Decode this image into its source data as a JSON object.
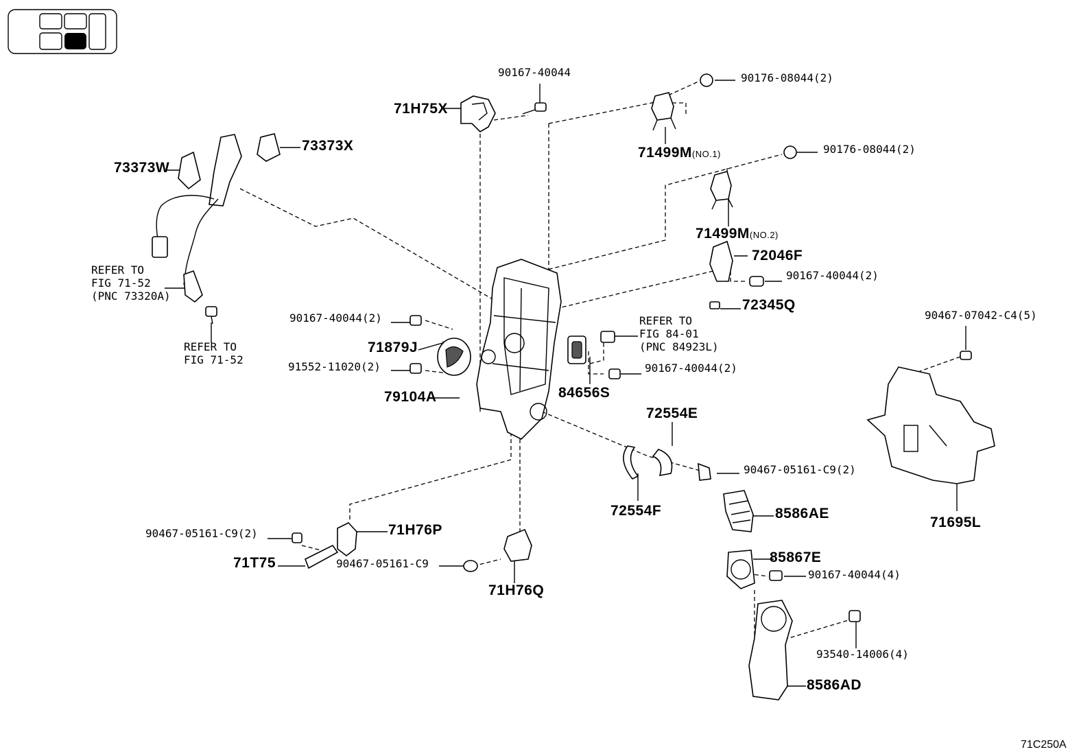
{
  "diagram_id": "71C250A",
  "parts": {
    "p71H75X": "71H75X",
    "p90167_40044_top": "90167-40044",
    "p90176_08044_a": "90176-08044(2)",
    "p71499M_1": "71499M",
    "p71499M_1_note": "(NO.1)",
    "p90176_08044_b": "90176-08044(2)",
    "p71499M_2": "71499M",
    "p71499M_2_note": "(NO.2)",
    "p72046F": "72046F",
    "p90167_40044_r1": "90167-40044(2)",
    "p72345Q": "72345Q",
    "p73373X": "73373X",
    "p73373W": "73373W",
    "p90167_40044_l": "90167-40044(2)",
    "p71879J": "71879J",
    "p91552_11020": "91552-11020(2)",
    "p79104A": "79104A",
    "p84656S": "84656S",
    "p90167_40044_r2": "90167-40044(2)",
    "p90467_07042": "90467-07042-C4(5)",
    "p72554E": "72554E",
    "p72554F": "72554F",
    "p90467_05161_r": "90467-05161-C9(2)",
    "p8586AE": "8586AE",
    "p71695L": "71695L",
    "p85867E": "85867E",
    "p90167_40044_r3": "90167-40044(4)",
    "p93540_14006": "93540-14006(4)",
    "p8586AD": "8586AD",
    "p90467_05161_l": "90467-05161-C9(2)",
    "p71H76P": "71H76P",
    "p71T75": "71T75",
    "p90467_05161_c": "90467-05161-C9",
    "p71H76Q": "71H76Q"
  },
  "refs": {
    "ref1": "REFER TO\nFIG 71-52\n(PNC 73320A)",
    "ref2": "REFER TO\nFIG 71-52",
    "ref3": "REFER TO\nFIG 84-01\n(PNC 84923L)"
  }
}
